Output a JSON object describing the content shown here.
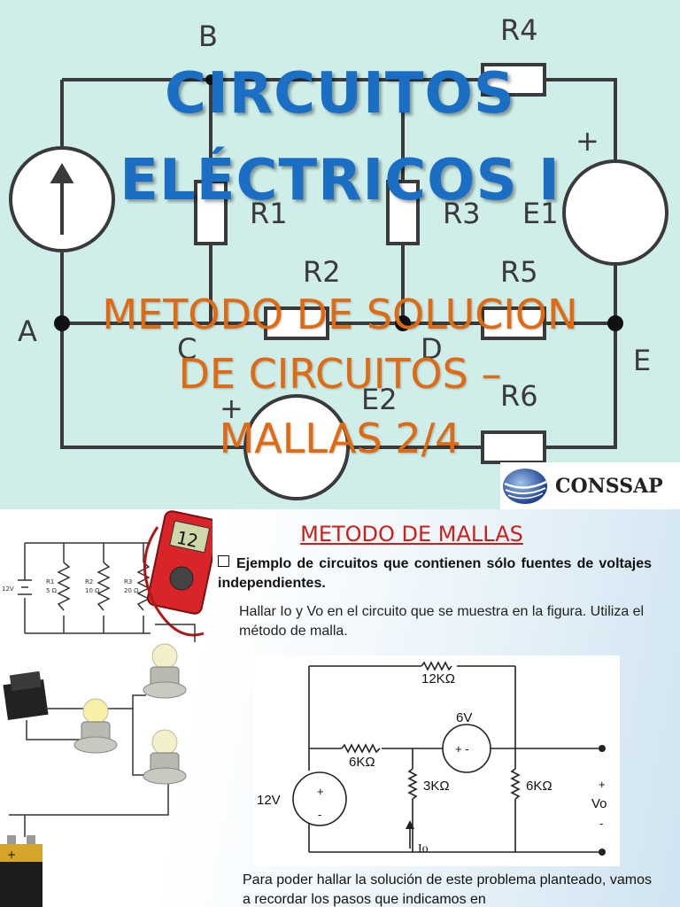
{
  "cover": {
    "title_line1": "CIRCUITOS",
    "title_line2": "ELÉCTRICOS I",
    "subtitle_line1": "METODO DE SOLUCION",
    "subtitle_line2": "DE CIRCUITOS –",
    "subtitle_line3": "MALLAS 2/4",
    "background_labels": {
      "node_a": "A",
      "node_b": "B",
      "node_c": "C",
      "node_d": "D",
      "node_e": "E",
      "r1": "R1",
      "r2": "R2",
      "r3": "R3",
      "r4": "R4",
      "r5": "R5",
      "r6": "R6",
      "e1": "E1",
      "e2": "E2",
      "plus": "+"
    },
    "colors": {
      "background": "#cfeee9",
      "title": "#1a6fc4",
      "subtitle": "#e06a12"
    },
    "logo_text": "CONSSAP"
  },
  "slide": {
    "title": "METODO DE MALLAS",
    "bullet": "Ejemplo de circuitos que contienen sólo fuentes de voltajes independientes.",
    "instruction": "Hallar Io y Vo en el circuito que se muestra en la figura. Utiliza el método de malla.",
    "circuit": {
      "r_top": "12KΩ",
      "r_left": "6KΩ",
      "r_mid": "3KΩ",
      "r_right": "6KΩ",
      "source_top": "6V",
      "source_top_polarity": "+ -",
      "source_left": "12V",
      "plus": "+",
      "minus": "-",
      "current": "Io",
      "output_label": "Vo"
    },
    "closing": "Para poder hallar la solución de este problema planteado, vamos a recordar los pasos que indicamos en",
    "left_illustration": {
      "source": "12V",
      "r1": "R1",
      "r1_value": "5 Ω",
      "r2": "R2",
      "r2_value": "10 Ω",
      "r3": "R3",
      "r3_value": "20 Ω",
      "meter_display": "12",
      "plus": "+"
    }
  }
}
